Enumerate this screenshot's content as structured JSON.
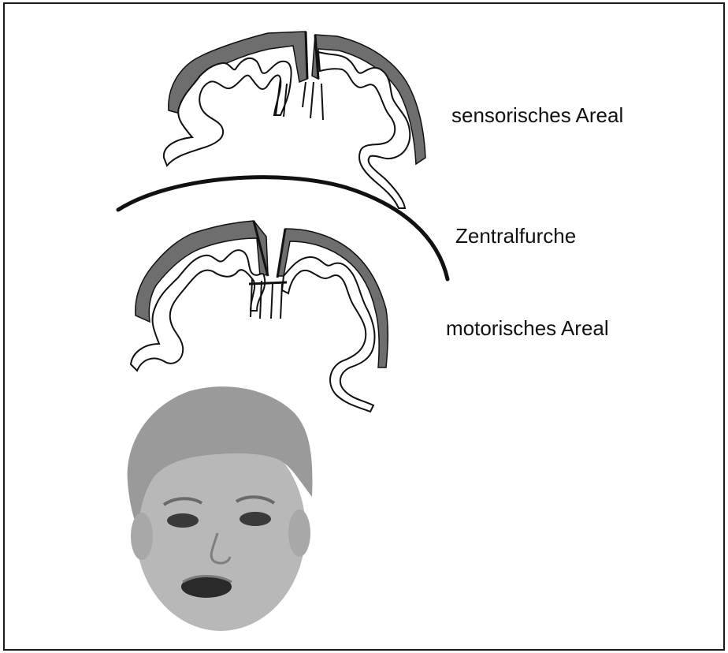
{
  "labels": {
    "sensory_area": "sensorisches Areal",
    "central_sulcus": "Zentralfurche",
    "motor_area": "motorisches Areal"
  },
  "colors": {
    "cortex_fill": "#6e6e6e",
    "outline": "#111111",
    "skin": "#b8b8b8",
    "hair": "#9a9a9a"
  },
  "icons": {
    "brain_sensory": "brain-cortex-section-icon",
    "brain_motor": "brain-cortex-section-icon",
    "child_face": "child-face-photo"
  }
}
